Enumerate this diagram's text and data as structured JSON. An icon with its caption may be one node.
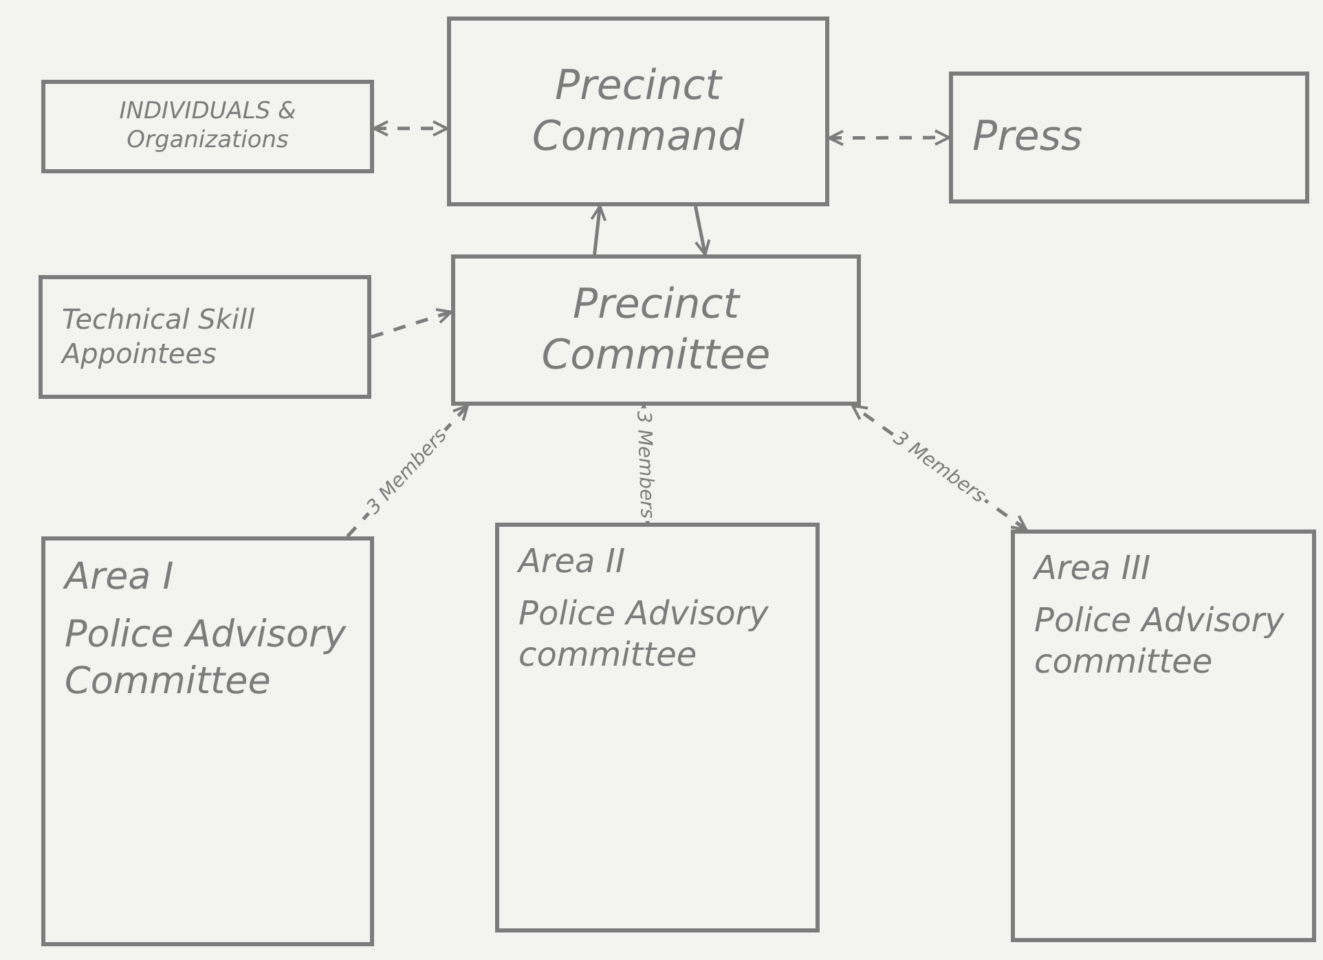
{
  "diagram": {
    "nodes": [
      {
        "text": [
          "INDIVIDUALS & Organizations"
        ]
      },
      {
        "text": [
          "Precinct Command"
        ]
      },
      {
        "text": [
          "Press"
        ]
      },
      {
        "text": [
          "Technical Skill Appointees"
        ]
      },
      {
        "text": [
          "Precinct Committee"
        ]
      },
      {
        "text": [
          "Area I",
          "Police Advisory Committee"
        ]
      },
      {
        "text": [
          "Area II",
          "Police Advisory committee"
        ]
      },
      {
        "text": [
          "Area III",
          "Police Advisory committee"
        ]
      }
    ],
    "edges": [
      {
        "from": 0,
        "to": 1,
        "arrow": "both",
        "style": "dashed"
      },
      {
        "from": 1,
        "to": 2,
        "arrow": "both",
        "style": "dashed"
      },
      {
        "from": 4,
        "to": 1,
        "arrow": "to"
      },
      {
        "from": 1,
        "to": 4,
        "arrow": "to"
      },
      {
        "from": 3,
        "to": 4,
        "arrow": "to",
        "style": "dashed"
      },
      {
        "from": 5,
        "to": 4,
        "arrow": "to",
        "style": "dashed",
        "label": "3 Members"
      },
      {
        "from": 6,
        "to": 4,
        "arrow": "both",
        "style": "dashed",
        "label": "3 Members"
      },
      {
        "from": 7,
        "to": 4,
        "arrow": "both",
        "style": "dashed",
        "label": "3 Members"
      }
    ]
  }
}
